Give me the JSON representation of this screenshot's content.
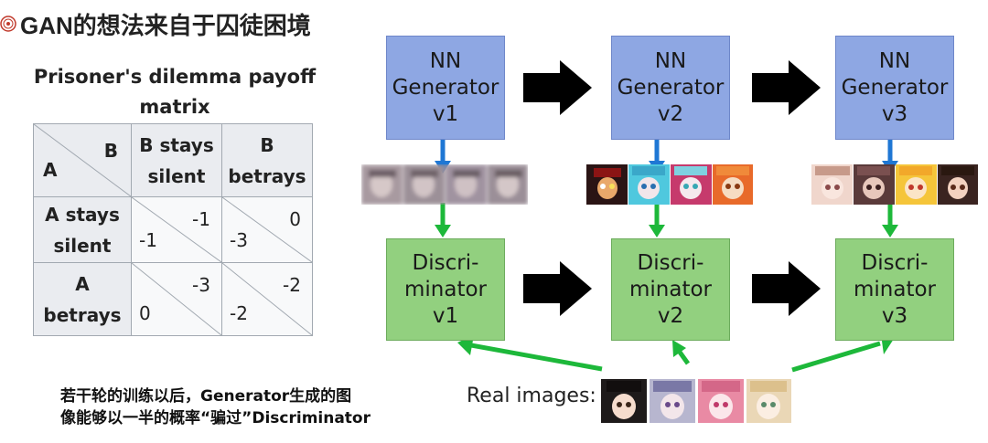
{
  "slide": {
    "title": "GAN的想法来自于囚徒困境",
    "caption_lines": [
      "若干轮的训练以后，Generator生成的图",
      "像能够以一半的概率“骗过”Discriminator"
    ]
  },
  "payoff_matrix": {
    "caption": [
      "Prisoner's dilemma payoff",
      "matrix"
    ],
    "corner_row": "A",
    "corner_col": "B",
    "col_headers": [
      [
        "B stays",
        "silent"
      ],
      [
        "B",
        "betrays"
      ]
    ],
    "row_headers": [
      [
        "A stays",
        "silent"
      ],
      [
        "A",
        "betrays"
      ]
    ],
    "cells": [
      [
        {
          "b": "-1",
          "a": "-1"
        },
        {
          "b": "0",
          "a": "-3"
        }
      ],
      [
        {
          "b": "-3",
          "a": "0"
        },
        {
          "b": "-2",
          "a": "-2"
        }
      ]
    ]
  },
  "diagram": {
    "generators": [
      [
        "NN",
        "Generator",
        "v1"
      ],
      [
        "NN",
        "Generator",
        "v2"
      ],
      [
        "NN",
        "Generator",
        "v3"
      ]
    ],
    "discriminators": [
      [
        "Discri-",
        "minator",
        "v1"
      ],
      [
        "Discri-",
        "minator",
        "v2"
      ],
      [
        "Discri-",
        "minator",
        "v3"
      ]
    ],
    "real_images_label": "Real images:",
    "colors": {
      "generator_fill": "#8ea7e3",
      "discriminator_fill": "#92d07f",
      "blue_arrow": "#1f77d4",
      "green_arrow": "#1db83a",
      "black_arrow": "#000000"
    }
  }
}
